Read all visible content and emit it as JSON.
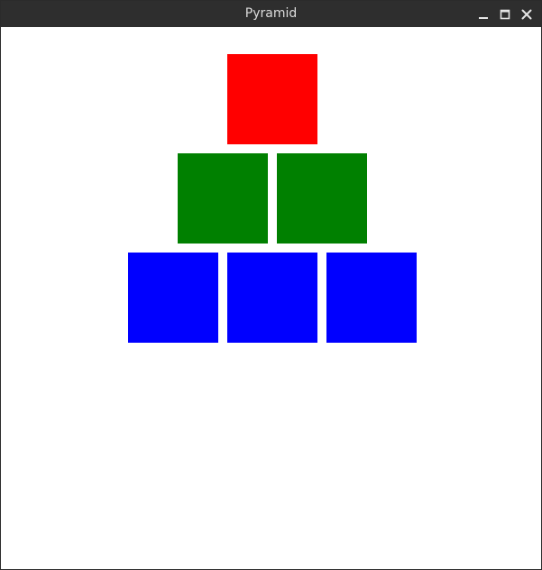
{
  "window": {
    "title": "Pyramid",
    "controls": {
      "minimize_icon": "minimize-icon",
      "maximize_icon": "maximize-icon",
      "close_icon": "close-icon"
    }
  },
  "pyramid": {
    "rows": [
      {
        "color": "#ff0000",
        "count": 1
      },
      {
        "color": "#008000",
        "count": 2
      },
      {
        "color": "#0000ff",
        "count": 3
      }
    ]
  }
}
